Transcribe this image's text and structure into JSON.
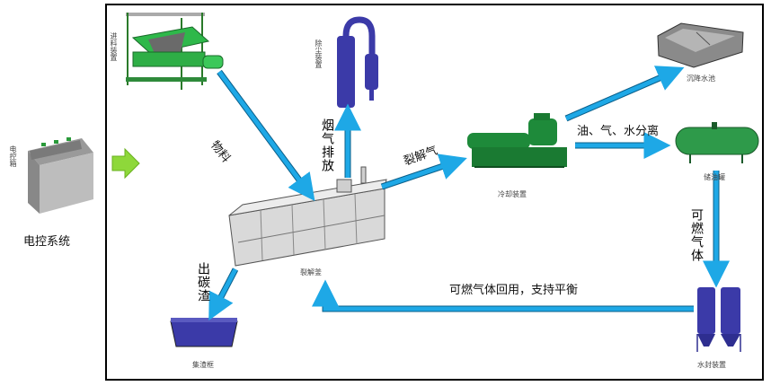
{
  "control_system": {
    "cabinet_label": "电控箱",
    "caption": "电控系统"
  },
  "equipment": {
    "feeder": "进料装置",
    "dedusting": "除尘装置",
    "cracker": "裂解釜",
    "cooler": "冷却装置",
    "settling_tank": "沉降水池",
    "storage_tank": "储油罐",
    "water_seal": "水封装置",
    "slag_box": "集渣框"
  },
  "flows": {
    "material": "物料",
    "flue_gas": "烟气排放",
    "pyrolysis_gas": "裂解气",
    "separation": "油、气、水分离",
    "combustible_gas": "可燃气体",
    "recycle": "可燃气体回用，支持平衡",
    "carbon_slag": "出碳渣"
  },
  "colors": {
    "arrow": "#1ea8e6",
    "arrow_outline": "#0a5f8a",
    "green_arrow": "#8ed83a",
    "machine_green": "#1e8a3a",
    "tank_green": "#2e9a4a",
    "purple": "#3b3aa8"
  }
}
